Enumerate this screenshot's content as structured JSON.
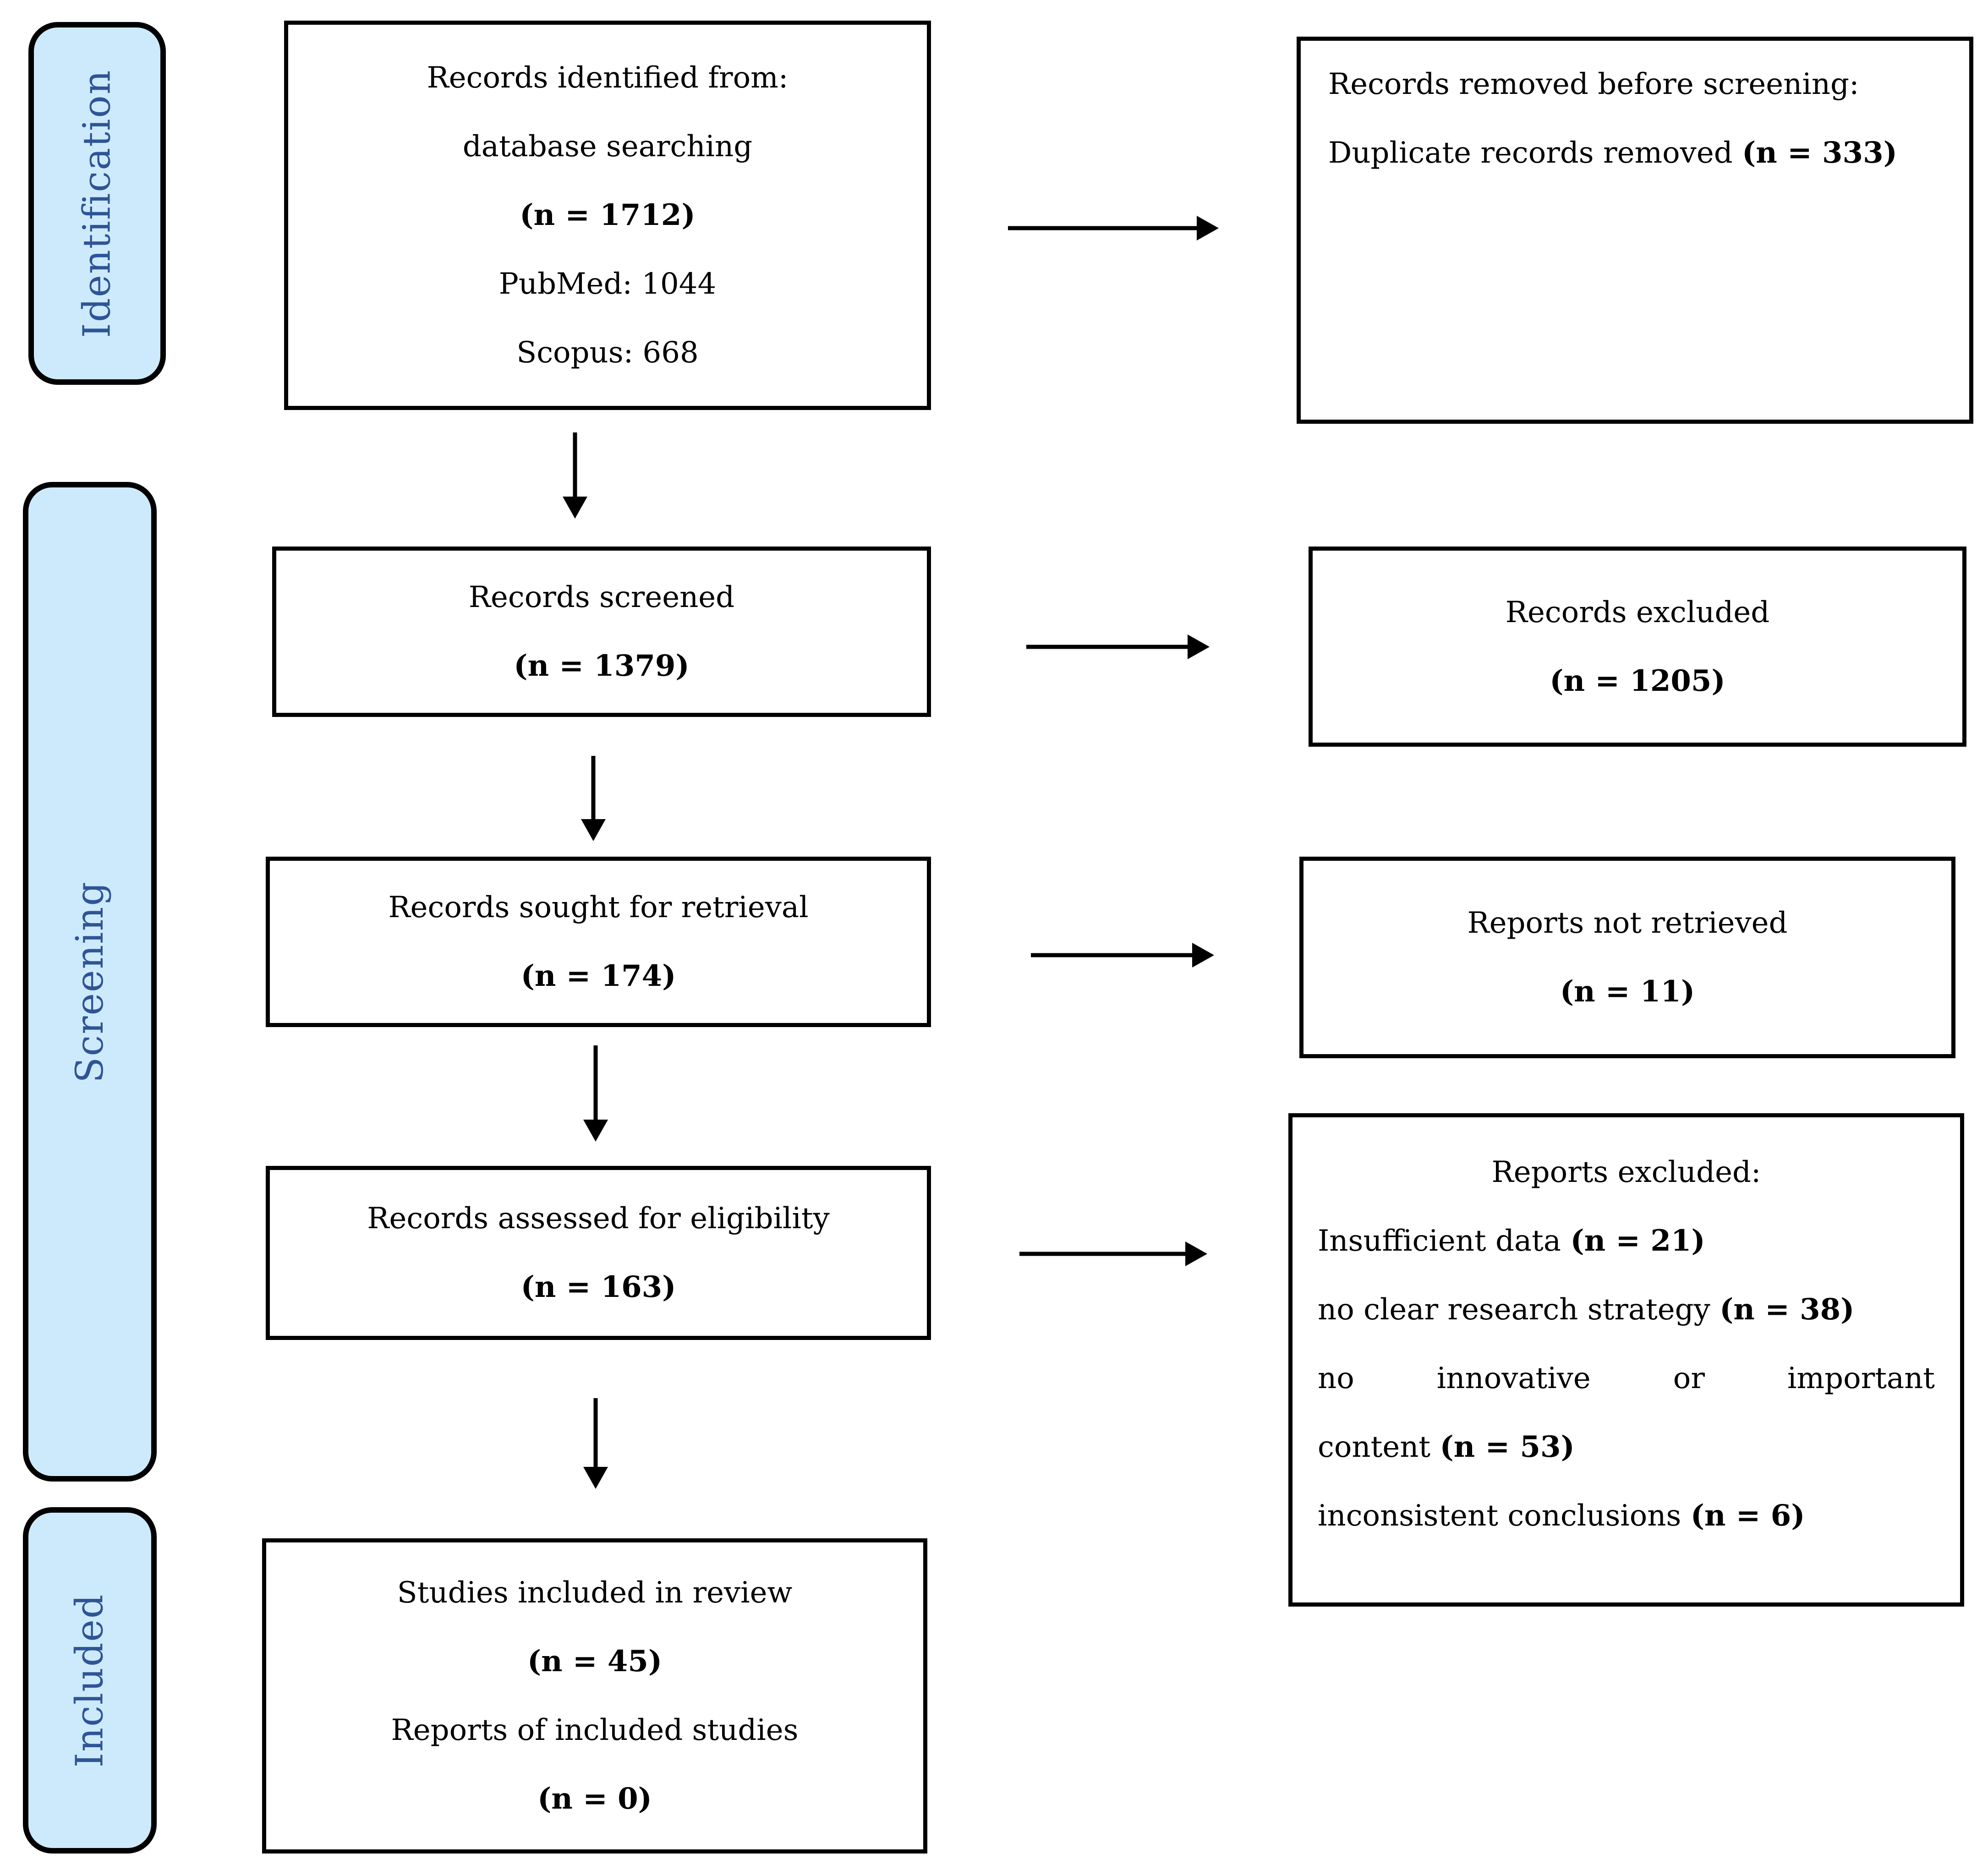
{
  "figure": {
    "kind": "PRISMA flow diagram",
    "background_color": "#ffffff",
    "box_border_color": "#000000",
    "box_text_color": "#000000"
  },
  "sidebar": {
    "fill_color": "#cdeafd",
    "label_color": "#2f5496",
    "stages": [
      {
        "label": "Identification"
      },
      {
        "label": "Screening"
      },
      {
        "label": "Included"
      }
    ]
  },
  "boxes": {
    "identified": {
      "line1": "Records identified from:",
      "line2": "database searching",
      "n": "(n = 1712)",
      "source1": "PubMed: 1044",
      "source2": "Scopus: 668"
    },
    "removed_before_screening": {
      "title": "Records removed before screening:",
      "detail_text": "Duplicate records removed ",
      "detail_n": "(n = 333)"
    },
    "screened": {
      "text": "Records screened",
      "n": "(n = 1379)"
    },
    "records_excluded": {
      "text": "Records excluded",
      "n": "(n = 1205)"
    },
    "sought": {
      "text": "Records sought for retrieval",
      "n": "(n = 174)"
    },
    "not_retrieved": {
      "text": "Reports not retrieved",
      "n": "(n = 11)"
    },
    "assessed": {
      "text": "Records assessed for eligibility",
      "n": "(n = 163)"
    },
    "reports_excluded": {
      "title": "Reports excluded:",
      "reason1_text": "Insufficient data ",
      "reason1_n": "(n = 21)",
      "reason2_text": "no clear research strategy ",
      "reason2_n": "(n = 38)",
      "reason3_line1": "no innovative or important",
      "reason3_line2_text": "content ",
      "reason3_n": "(n = 53)",
      "reason4_text": "inconsistent conclusions ",
      "reason4_n": "(n = 6)"
    },
    "included_studies": {
      "line1": "Studies included in review",
      "n1": "(n = 45)",
      "line2": "Reports of included studies",
      "n2": "(n = 0)"
    }
  }
}
